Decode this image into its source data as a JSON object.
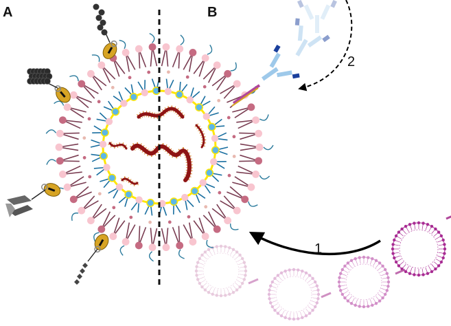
{
  "panels": {
    "a": "A",
    "b": "B"
  },
  "steps": {
    "one": "1",
    "two": "2"
  },
  "colors": {
    "head_pink": "#f8c5cf",
    "head_mauve": "#c56b82",
    "head_blue": "#5db7e6",
    "tail": "#7a3d52",
    "tail_blue": "#1a6fa0",
    "peg": "#2a7a9c",
    "yellow": "#ffe600",
    "rna": "#8e1414",
    "rna_base": "#d98a2e",
    "gold": "#d7a424",
    "grey": "#444444",
    "magenta": "#b0479a",
    "antibody_light": "#9ec9ea",
    "antibody_dark": "#1a3f9c"
  }
}
